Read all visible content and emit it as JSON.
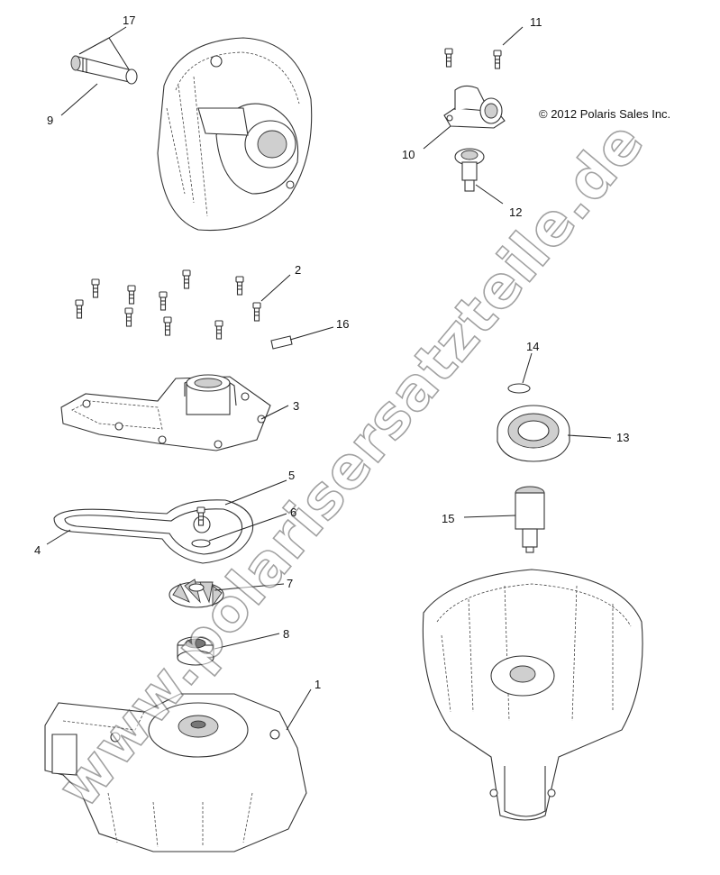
{
  "copyright": "© 2012 Polaris Sales Inc.",
  "watermark": "www.polarisersatzteile.de",
  "callouts": {
    "c1": "1",
    "c2": "2",
    "c3": "3",
    "c4": "4",
    "c5": "5",
    "c6": "6",
    "c7": "7",
    "c8": "8",
    "c9": "9",
    "c10": "10",
    "c11": "11",
    "c12": "12",
    "c13": "13",
    "c14": "14",
    "c15": "15",
    "c16": "16",
    "c17": "17"
  }
}
